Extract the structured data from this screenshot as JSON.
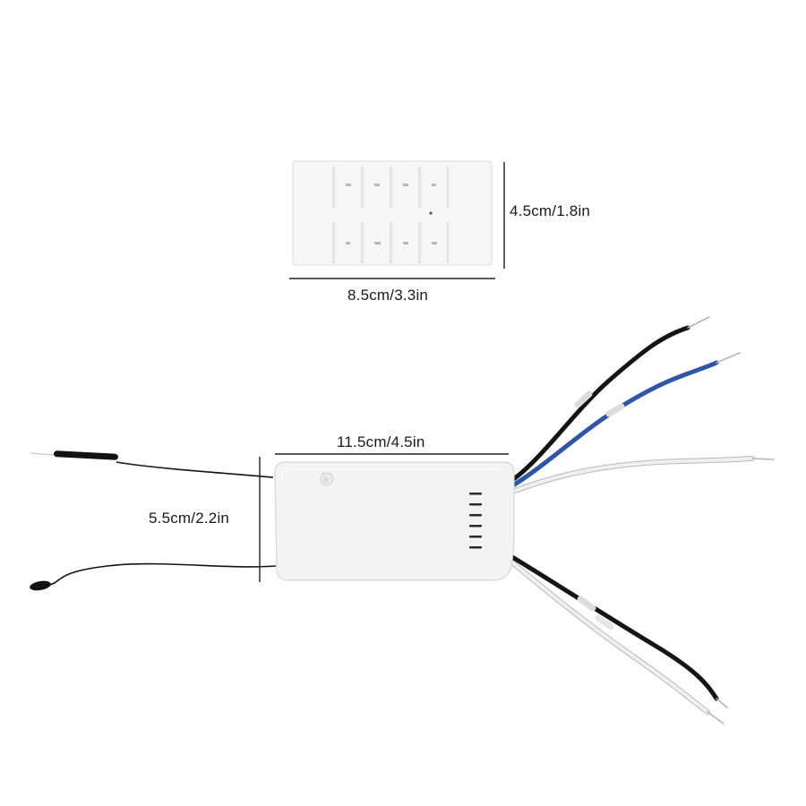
{
  "dimensions": {
    "remote_height": "4.5cm/1.8in",
    "remote_width": "8.5cm/3.3in",
    "receiver_width": "11.5cm/4.5in",
    "receiver_height": "5.5cm/2.2in"
  },
  "colors": {
    "background": "#ffffff",
    "device_body": "#f4f4f4",
    "device_edge": "#d8d8d8",
    "dimension_line": "#222222",
    "wire_black": "#141414",
    "wire_blue": "#2f55a8",
    "wire_white": "#e9e9e9",
    "wire_white_edge": "#b9b9b9",
    "copper": "#c9a46a"
  }
}
